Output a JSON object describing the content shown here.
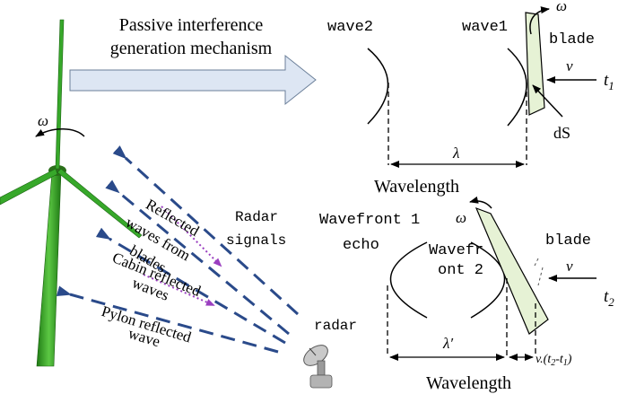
{
  "header": {
    "line1": "Passive interference",
    "line2": "generation mechanism"
  },
  "top_panel": {
    "wave2": "wave2",
    "wave1": "wave1",
    "blade": "blade",
    "omega": "ω",
    "v": "v",
    "dS": "dS",
    "t": "t",
    "t_sub": "1",
    "lambda": "λ",
    "wavelength": "Wavelength"
  },
  "bottom_panel": {
    "wavefront1": "Wavefront 1",
    "echo": "echo",
    "wavefront2_a": "Wavefr",
    "wavefront2_b": "ont 2",
    "blade": "blade",
    "omega": "ω",
    "v": "v",
    "t": "t",
    "t_sub": "2",
    "lambda_prime": "λ′",
    "formula": "v.(t2-t1)",
    "wavelength": "Wavelength"
  },
  "turbine": {
    "omega": "ω",
    "radar_signals_1": "Radar",
    "radar_signals_2": "signals",
    "blade_reflect_1": "Reflected",
    "blade_reflect_2": "waves from",
    "blade_reflect_3": "blades",
    "cabin_reflect_1": "Cabin reflected",
    "cabin_reflect_2": "waves",
    "pylon_reflect_1": "Pylon reflected",
    "pylon_reflect_2": "wave",
    "radar": "radar"
  },
  "colors": {
    "dashed_wave": "#2a4a8a",
    "purple_dotted": "#9a3fc0",
    "blade_fill": "#e6f2d5",
    "turbine_green": "#2e9e1e",
    "arrow_fill": "#dde6f3"
  }
}
